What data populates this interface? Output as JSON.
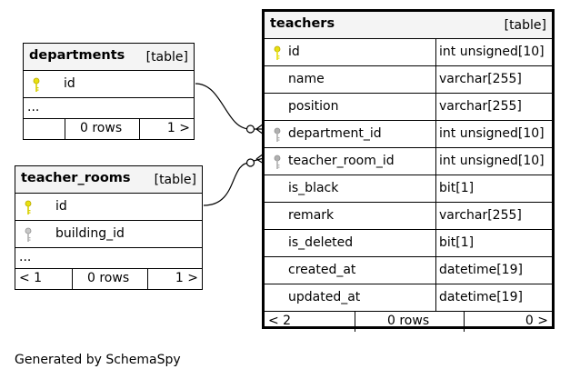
{
  "departments": {
    "name": "departments",
    "kind": "[table]",
    "columns": [
      {
        "name": "id",
        "key": "primary"
      }
    ],
    "ellipsis": "...",
    "footer": {
      "left": "",
      "rows": "0 rows",
      "right": "1 >"
    }
  },
  "teacher_rooms": {
    "name": "teacher_rooms",
    "kind": "[table]",
    "columns": [
      {
        "name": "id",
        "key": "primary"
      },
      {
        "name": "building_id",
        "key": "foreign"
      }
    ],
    "ellipsis": "...",
    "footer": {
      "left": "< 1",
      "rows": "0 rows",
      "right": "1 >"
    }
  },
  "teachers": {
    "name": "teachers",
    "kind": "[table]",
    "columns": [
      {
        "name": "id",
        "type": "int unsigned[10]",
        "key": "primary"
      },
      {
        "name": "name",
        "type": "varchar[255]",
        "key": ""
      },
      {
        "name": "position",
        "type": "varchar[255]",
        "key": ""
      },
      {
        "name": "department_id",
        "type": "int unsigned[10]",
        "key": "foreign"
      },
      {
        "name": "teacher_room_id",
        "type": "int unsigned[10]",
        "key": "foreign"
      },
      {
        "name": "is_black",
        "type": "bit[1]",
        "key": ""
      },
      {
        "name": "remark",
        "type": "varchar[255]",
        "key": ""
      },
      {
        "name": "is_deleted",
        "type": "bit[1]",
        "key": ""
      },
      {
        "name": "created_at",
        "type": "datetime[19]",
        "key": ""
      },
      {
        "name": "updated_at",
        "type": "datetime[19]",
        "key": ""
      }
    ],
    "footer": {
      "left": "< 2",
      "rows": "0 rows",
      "right": "0 >"
    }
  },
  "colors": {
    "primary_key": "#e8e010",
    "foreign_key": "#b0b0b0",
    "header_bg": "#f4f4f4"
  },
  "icons": {
    "primary_key": "key-icon",
    "foreign_key": "foreign-key-icon"
  },
  "generated_by": "Generated by SchemaSpy"
}
